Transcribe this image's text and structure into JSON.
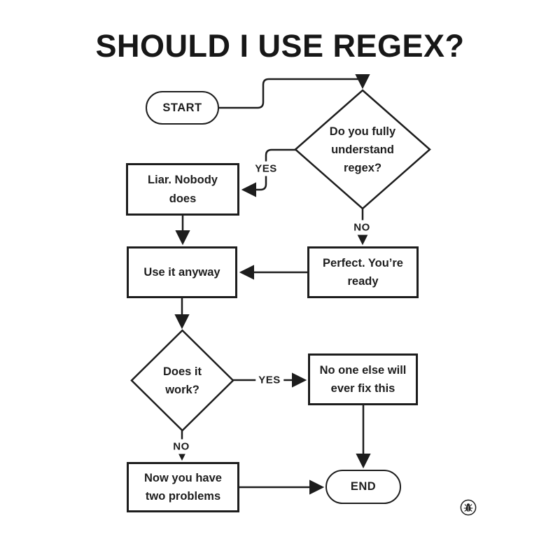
{
  "title": "SHOULD I USE REGEX?",
  "nodes": {
    "start": {
      "label": "START",
      "type": "terminator"
    },
    "understand_regex": {
      "label": "Do you fully understand regex?",
      "type": "decision"
    },
    "liar": {
      "label": "Liar. Nobody does",
      "type": "process"
    },
    "perfect": {
      "label": "Perfect. You’re ready",
      "type": "process"
    },
    "use_anyway": {
      "label": "Use it anyway",
      "type": "process"
    },
    "does_it_work": {
      "label": "Does it work?",
      "type": "decision"
    },
    "no_one_else": {
      "label": "No one else will ever fix this",
      "type": "process"
    },
    "two_problems": {
      "label": "Now you have two problems",
      "type": "process"
    },
    "end": {
      "label": "END",
      "type": "terminator"
    }
  },
  "edge_labels": {
    "understand_yes": "YES",
    "understand_no": "NO",
    "work_yes": "YES",
    "work_no": "NO"
  },
  "icons": {
    "watermark": "bug-icon"
  },
  "colors": {
    "ink": "#1d1d1d",
    "background": "#ffffff"
  }
}
